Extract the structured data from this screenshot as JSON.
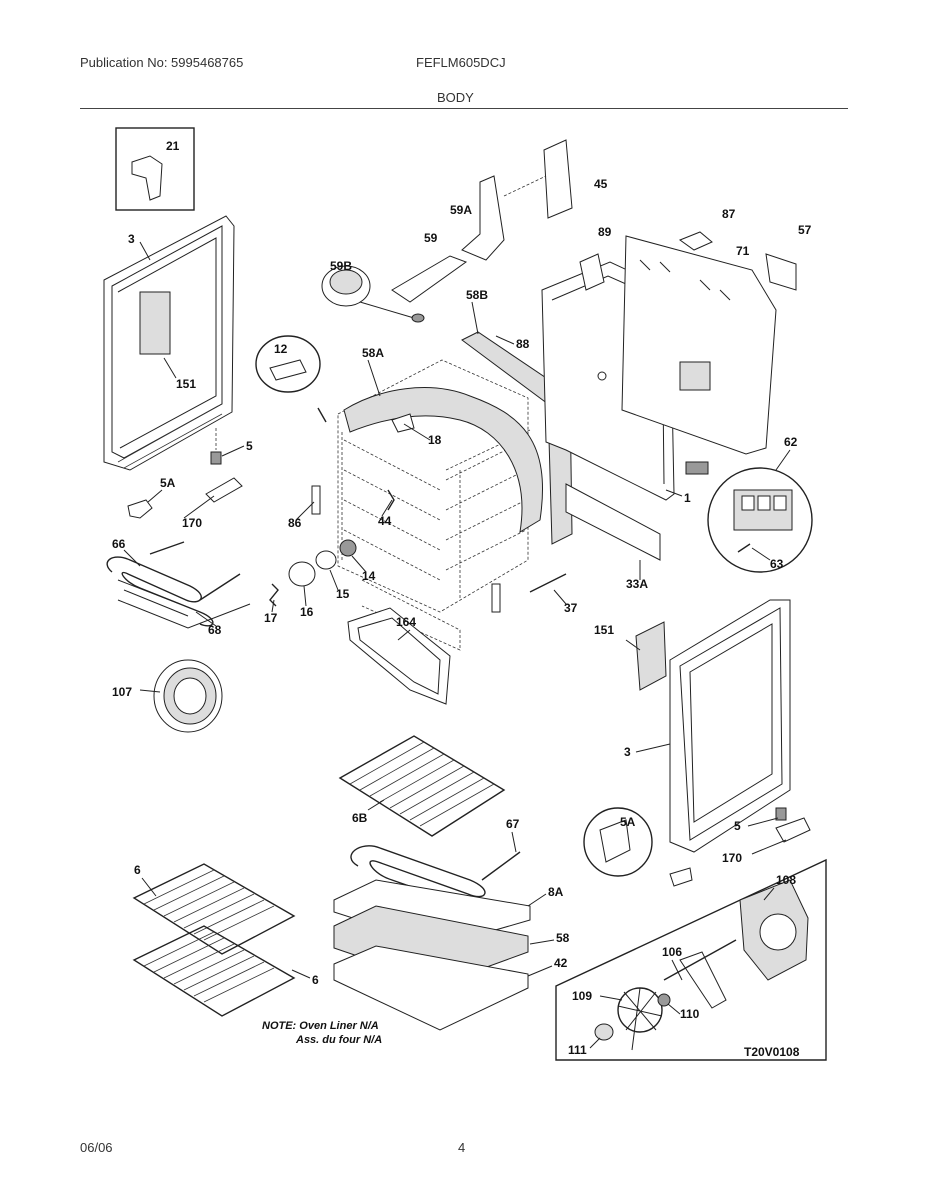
{
  "header": {
    "publication": "Publication No: 5995468765",
    "model": "FEFLM605DCJ",
    "section": "BODY"
  },
  "diagram": {
    "callouts": [
      "21",
      "3",
      "151",
      "5",
      "5A",
      "170",
      "66",
      "68",
      "107",
      "59B",
      "12",
      "59",
      "59A",
      "45",
      "58A",
      "58B",
      "88",
      "89",
      "87",
      "71",
      "57",
      "18",
      "44",
      "86",
      "14",
      "15",
      "16",
      "17",
      "164",
      "62",
      "63",
      "1",
      "33A",
      "37",
      "151",
      "3",
      "5",
      "170",
      "6B",
      "67",
      "6",
      "8A",
      "58",
      "6",
      "42",
      "5A",
      "108",
      "106",
      "109",
      "110",
      "111"
    ],
    "note_line1": "NOTE: Oven Liner N/A",
    "note_line2": "Ass. du four N/A",
    "figure_code": "T20V0108"
  },
  "footer": {
    "date": "06/06",
    "page": "4"
  }
}
